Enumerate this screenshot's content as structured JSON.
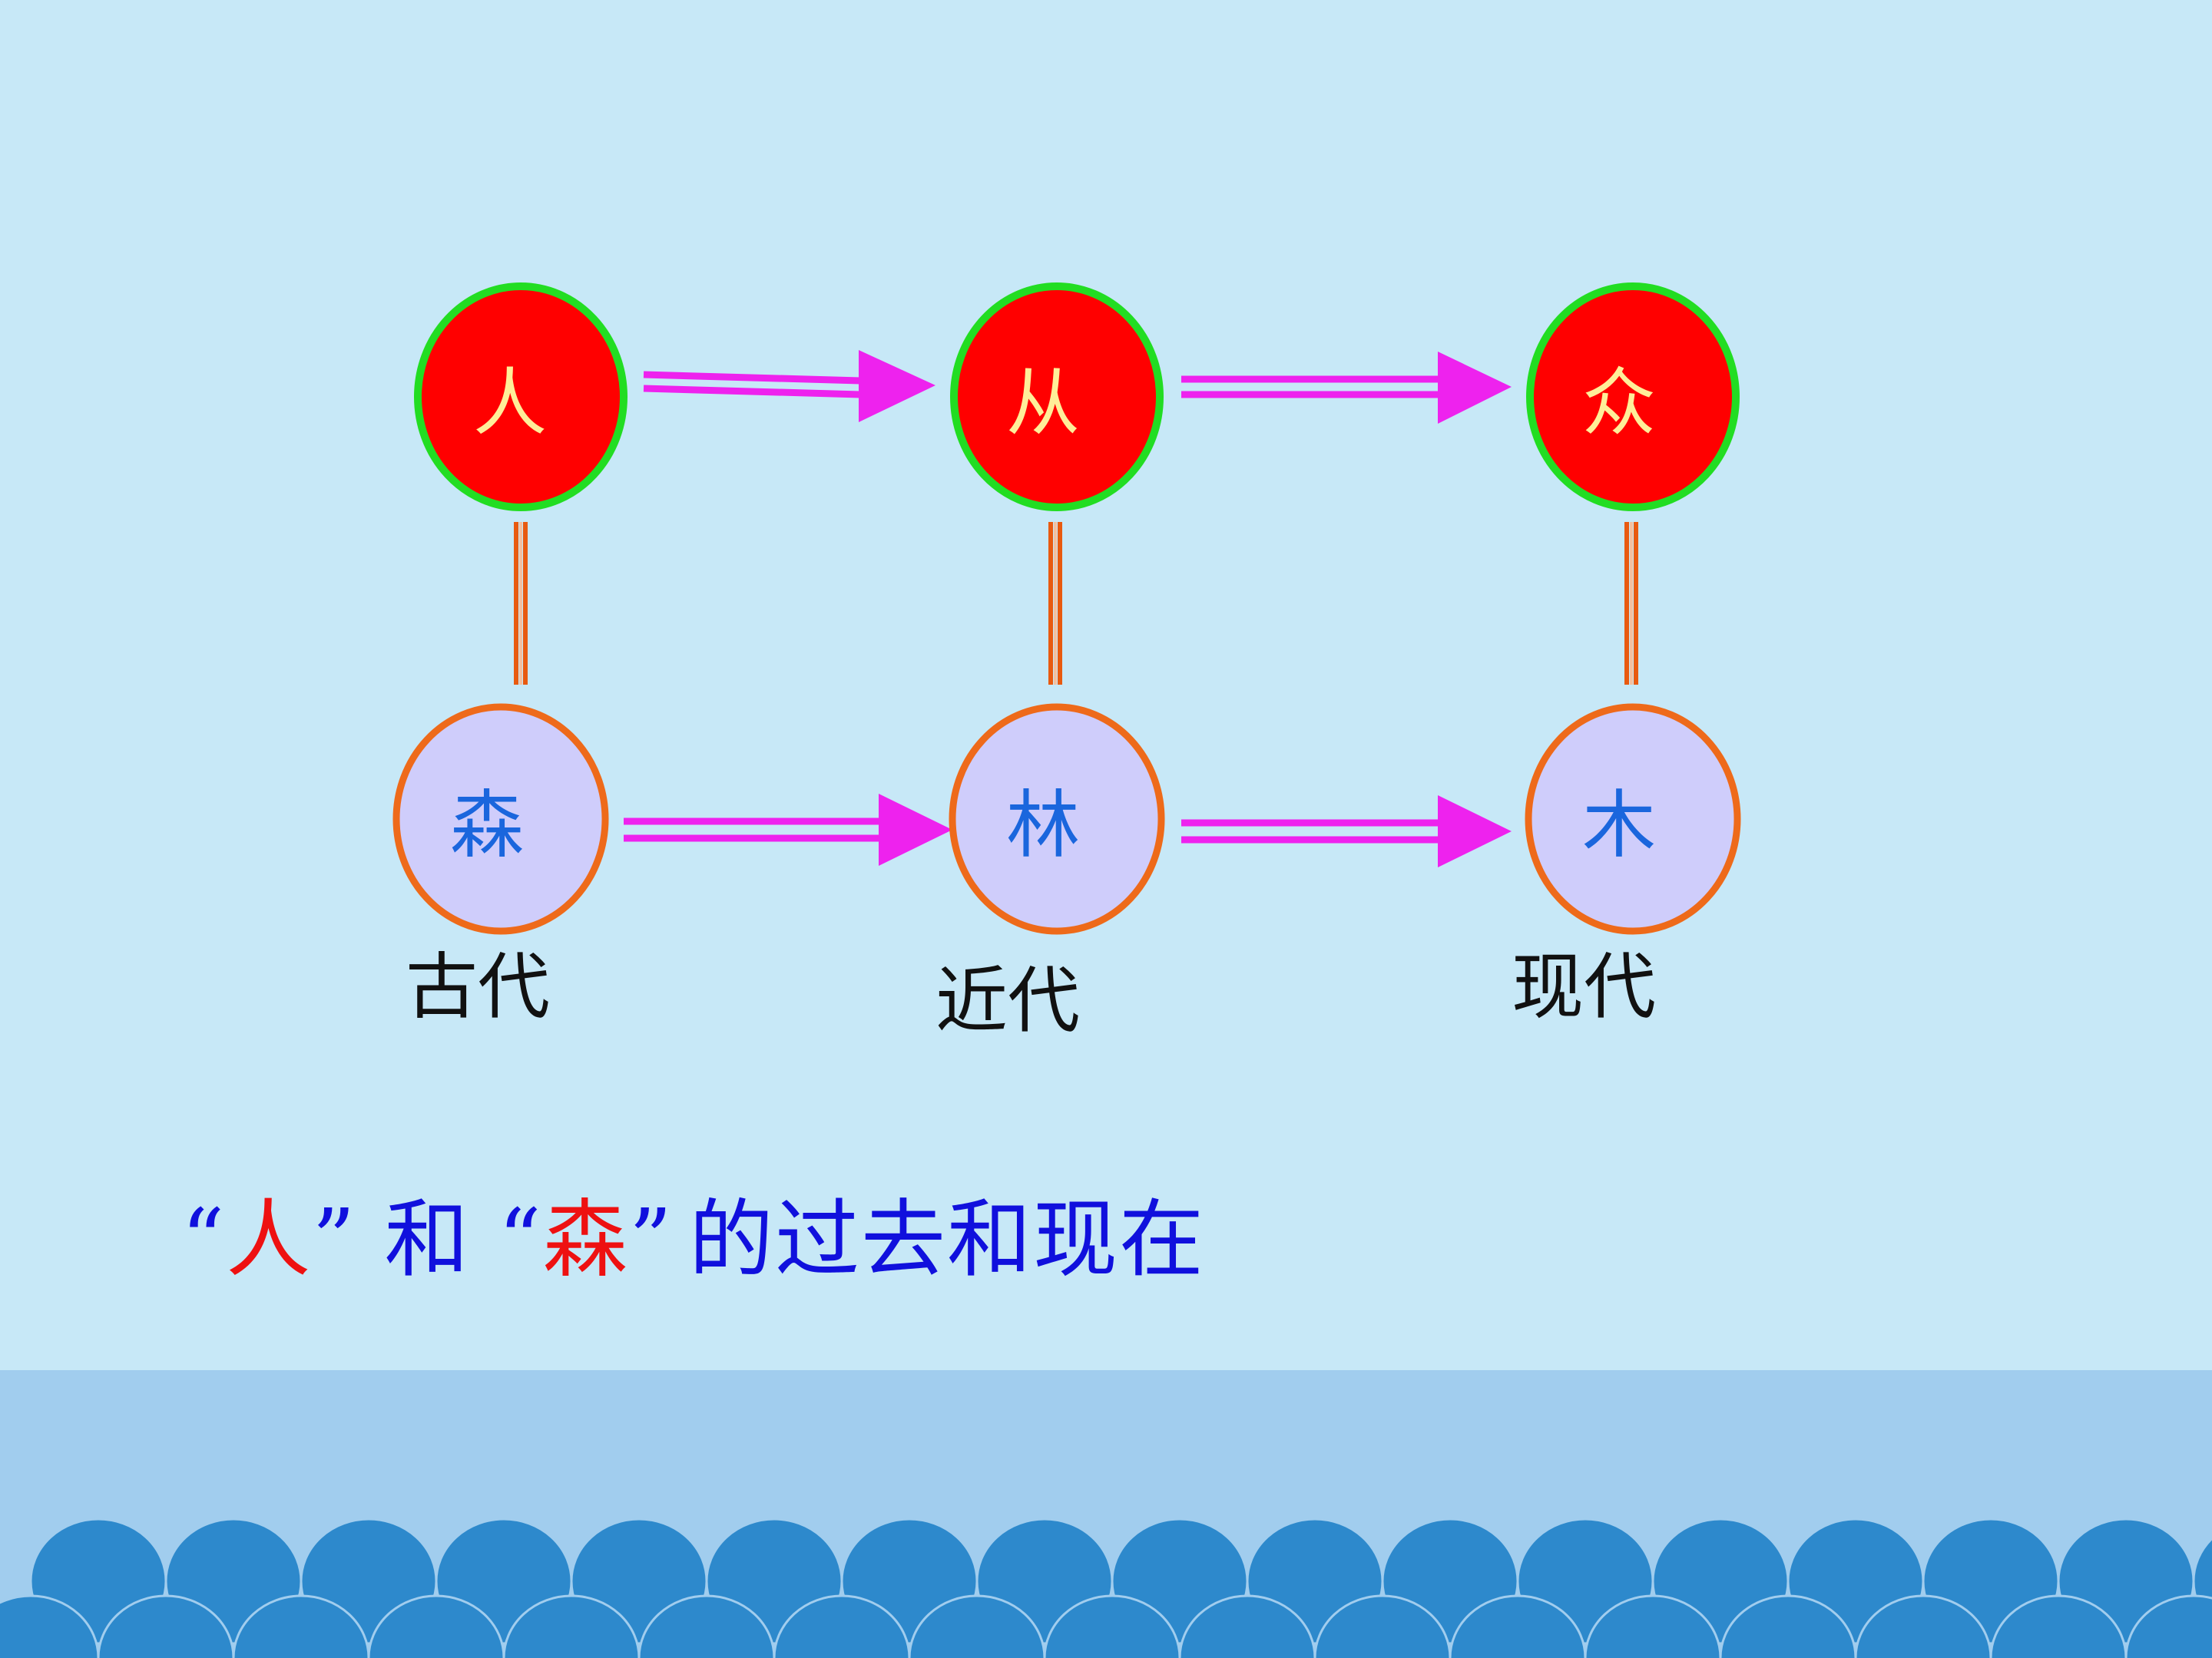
{
  "colors": {
    "background": "#c7e8f7",
    "band": "#a1cdee",
    "wave": "#2d89cc",
    "people_fill": "#ff0000",
    "people_ring": "#22dd22",
    "people_text": "#ffee99",
    "tree_fill": "#cfcdfb",
    "tree_ring": "#ee6a1a",
    "tree_text": "#1a66dd",
    "arrow": "#ee22ee",
    "connector": "#e85a10",
    "caption_blue": "#1010dd",
    "caption_red": "#ee1111",
    "label": "#111111"
  },
  "diagram": {
    "people_row": [
      "人",
      "从",
      "众"
    ],
    "tree_row": [
      "森",
      "林",
      "木"
    ],
    "era_labels": [
      "古代",
      "近代",
      "现代"
    ]
  },
  "caption": {
    "open_quote_1": "“",
    "term_1": "人",
    "close_quote_1": "”",
    "conjunction": "和",
    "open_quote_2": "“",
    "term_2": "森",
    "close_quote_2": "”",
    "rest": "的过去和现在"
  }
}
